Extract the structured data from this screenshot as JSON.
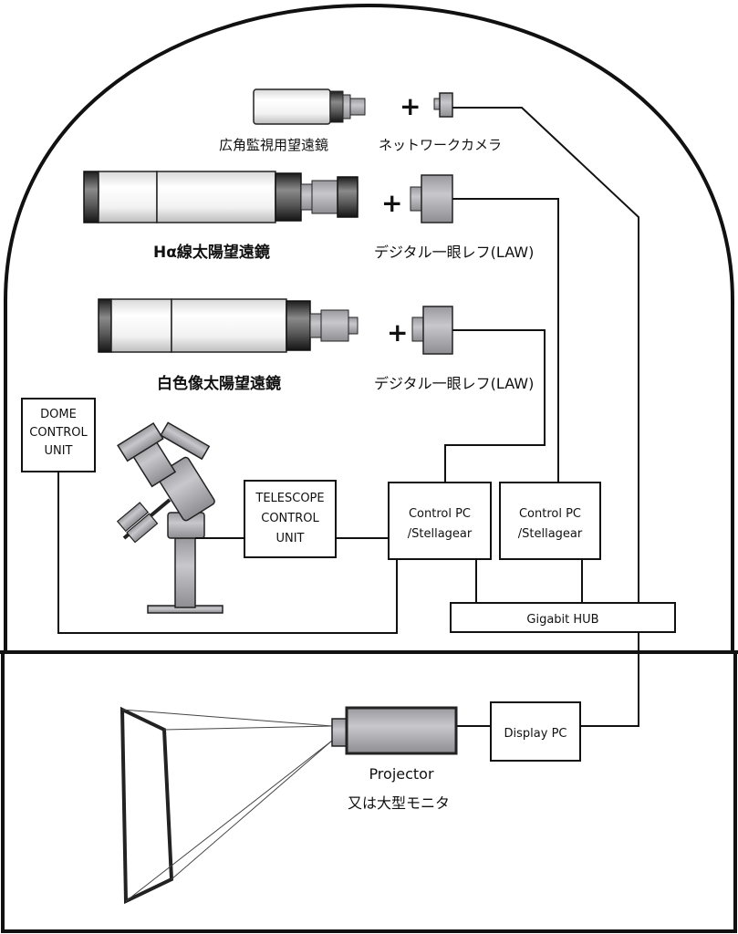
{
  "labels": {
    "wide_scope": "広角監視用望遠鏡",
    "network_camera": "ネットワークカメラ",
    "halpha_scope": "Hα線太陽望遠鏡",
    "dslr_1": "デジタル一眼レフ(LAW)",
    "white_scope": "白色像太陽望遠鏡",
    "dslr_2": "デジタル一眼レフ(LAW)",
    "plus": "+"
  },
  "boxes": {
    "dome_control": [
      "DOME",
      "CONTROL",
      "UNIT"
    ],
    "telescope_control": [
      "TELESCOPE",
      "CONTROL",
      "UNIT"
    ],
    "control_pc_1": [
      "Control PC",
      "/Stellagear"
    ],
    "control_pc_2": [
      "Control PC",
      "/Stellagear"
    ],
    "gigabit_hub": "Gigabit HUB",
    "display_pc": "Display PC"
  },
  "projector": {
    "label": "Projector",
    "sublabel": "又は大型モニタ"
  },
  "colors": {
    "line": "#111111",
    "equipment_gray": "#b4b4b8",
    "tube_white": "#f4f4f4",
    "tube_dark": "#3a3a3a"
  }
}
